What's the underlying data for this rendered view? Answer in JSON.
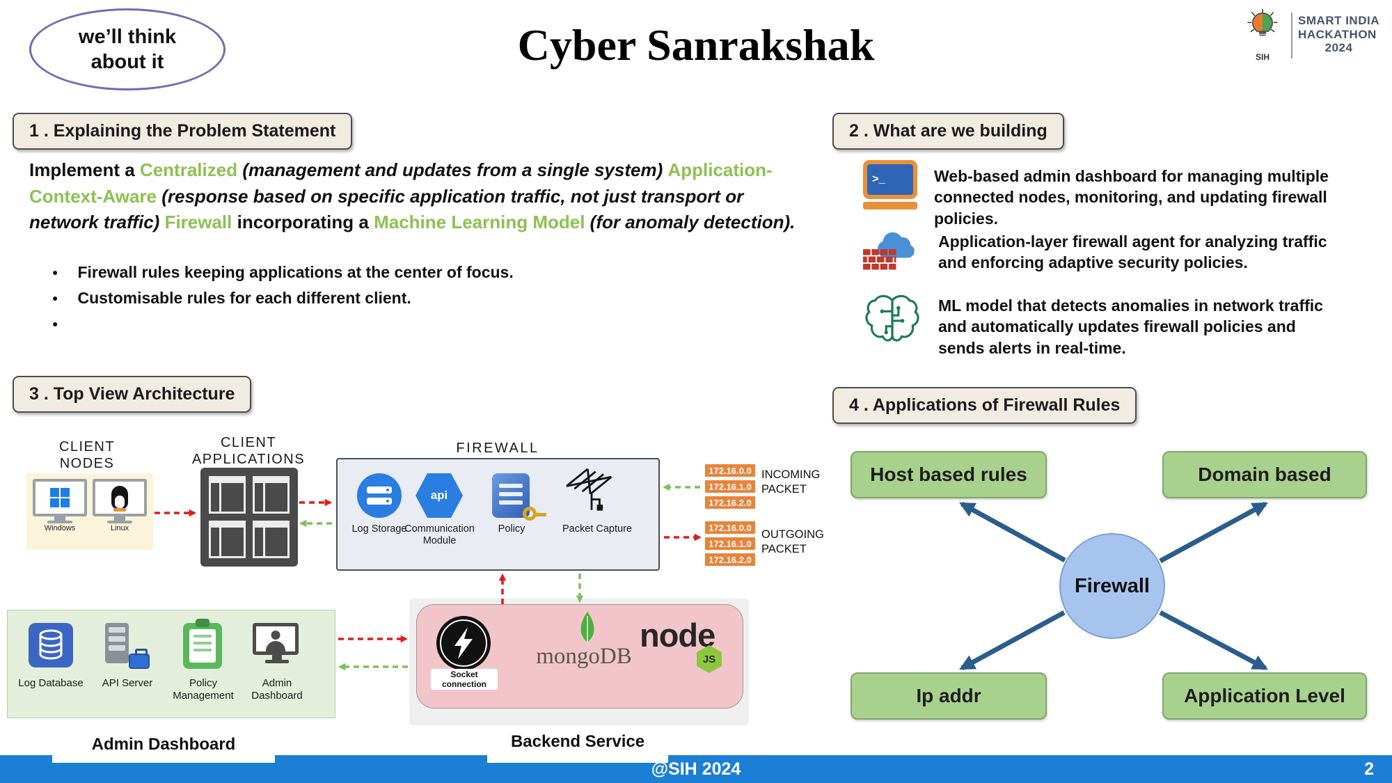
{
  "header": {
    "badge_line1": "we’ll think",
    "badge_line2": "about it",
    "title": "Cyber Sanrakshak",
    "logo": {
      "sih": "SIH",
      "org1": "SMART INDIA",
      "org2": "HACKATHON",
      "org3": "2024"
    }
  },
  "section1": {
    "heading": "1 . Explaining the Problem Statement",
    "statement": {
      "seg0": "Implement a ",
      "seg1": "Centralized",
      "seg2": " (management and updates from a single system) ",
      "seg3": "Application-Context-Aware ",
      "seg4": "(response based on specific application traffic, not just transport or network traffic) ",
      "seg5": "Firewall",
      "seg6": " incorporating a ",
      "seg7": "Machine Learning Model ",
      "seg8": "(for anomaly detection)."
    },
    "bullets": [
      "Firewall rules keeping applications at the center of focus.",
      "Customisable rules for each different client.",
      ""
    ]
  },
  "section2": {
    "heading": "2 . What are we building",
    "items": [
      {
        "icon": "terminal-dashboard-icon",
        "text": "Web-based admin dashboard for managing multiple connected nodes, monitoring, and updating firewall policies."
      },
      {
        "icon": "firewall-agent-icon",
        "text": "Application-layer firewall agent for analyzing traffic and enforcing adaptive security policies."
      },
      {
        "icon": "ml-brain-icon",
        "text": "ML model that detects anomalies in network traffic and automatically updates firewall policies and sends alerts in real-time."
      }
    ]
  },
  "section3": {
    "heading": "3 . Top View Architecture",
    "client_nodes": {
      "label1": "CLIENT",
      "label2": "NODES",
      "os": [
        "Windows",
        "Linux"
      ]
    },
    "client_apps": {
      "label1": "CLIENT",
      "label2": "APPLICATIONS"
    },
    "firewall": {
      "label": "FIREWALL",
      "api_text": "api",
      "components": [
        "Log Storage",
        "Communication Module",
        "Policy",
        "Packet Capture"
      ]
    },
    "incoming": {
      "label": "INCOMING PACKET",
      "ips": [
        "172.16.0.0",
        "172.16.1.0",
        "172.16.2.0"
      ]
    },
    "outgoing": {
      "label": "OUTGOING PACKET",
      "ips": [
        "172.16.0.0",
        "172.16.1.0",
        "172.16.2.0"
      ]
    },
    "admin": {
      "components": [
        "Log Database",
        "API Server",
        "Policy Management",
        "Admin Dashboard"
      ],
      "label": "Admin Dashboard"
    },
    "backend": {
      "socket_label": "Socket connection",
      "mongo_text": "mongoDB",
      "node_text": "node",
      "node_badge": "JS",
      "label": "Backend Service"
    }
  },
  "section4": {
    "heading": "4 . Applications of Firewall Rules",
    "center_label": "Firewall",
    "rules": [
      "Host based rules",
      "Domain based",
      "Ip addr",
      "Application Level"
    ]
  },
  "footer": {
    "credit": "@SIH 2024",
    "page": "2"
  },
  "icons": {
    "terminal_prompt_glyph": ">_",
    "sih-bulb-icon": "lightbulb-with-rays",
    "terminal-dashboard-icon": "orange-terminal-window",
    "firewall-agent-icon": "cloud-over-brick-wall",
    "ml-brain-icon": "green-circuit-brain",
    "windows-logo-icon": "four-blue-squares",
    "linux-penguin-icon": "penguin",
    "app-window-icon": "window-frame",
    "log-storage-icon": "blue-circle-server-bars",
    "communication-module-icon": "blue-api-hexagon",
    "policy-icon": "blue-document-with-key",
    "packet-capture-icon": "antenna-hatch",
    "log-database-icon": "database-cylinder",
    "api-server-icon": "server-tower-briefcase",
    "policy-management-icon": "green-clipboard",
    "admin-dashboard-icon": "monitor-with-person",
    "socket-icon": "lightning-bolt-circle",
    "mongodb-leaf-icon": "green-leaf",
    "nodejs-hexagon-icon": "js-hexagon"
  },
  "colors": {
    "green_accent": "#8CC152",
    "footer_blue": "#1B7FD6",
    "rule_box_green": "#A9D18E",
    "firewall_circle_blue": "#A7C4EF",
    "arrow_blue": "#2B5D8C",
    "arrow_red": "#E01B1B",
    "arrow_green": "#7FBF5A",
    "packet_orange": "#E8833A",
    "badge_purple": "#7A68B0"
  }
}
